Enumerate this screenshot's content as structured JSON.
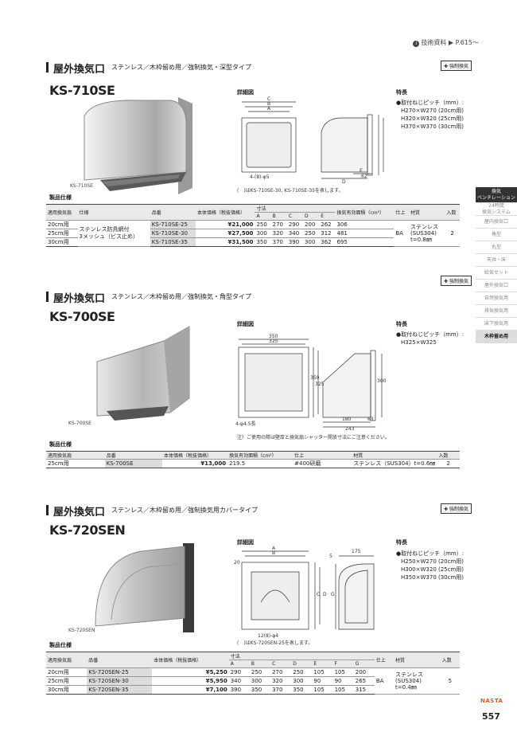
{
  "top_ref": {
    "icon": "info-icon",
    "text": "技術資料 ▶ P.615〜"
  },
  "sidebar": [
    {
      "label": "換気\nベンチレーション",
      "state": "active"
    },
    {
      "label": "24時間\n換気システム",
      "state": ""
    },
    {
      "label": "屋内換気口",
      "state": ""
    },
    {
      "label": "角型",
      "state": ""
    },
    {
      "label": "丸型",
      "state": ""
    },
    {
      "label": "天井・床",
      "state": ""
    },
    {
      "label": "給気セット",
      "state": ""
    },
    {
      "label": "屋外換気口",
      "state": ""
    },
    {
      "label": "自然換気用",
      "state": ""
    },
    {
      "label": "排気換気用",
      "state": ""
    },
    {
      "label": "床下換気用",
      "state": ""
    },
    {
      "label": "木枠留め用",
      "state": "current"
    }
  ],
  "sections": [
    {
      "title": "屋外換気口",
      "subtitle": "ステンレス／木枠留め用／強制換気・深型タイプ",
      "badge": "強制換気",
      "model": "KS-710SE",
      "photo_label": "KS-710SE",
      "drawing_label": "詳細図",
      "drawing_note": "(　)はKS-710SE-30, KS-710SE-35を表します。",
      "features_title": "特長",
      "features": [
        "●取付ねじピッチ（mm）:",
        "H270×W270 (20cm用)",
        "H320×W320 (25cm用)",
        "H370×W370 (30cm用)"
      ],
      "spec_title": "製品仕様",
      "headers": [
        "適用換気扇",
        "仕様",
        "品番",
        "本体価格（税抜価格）",
        "寸法",
        "換気有効面積（cm²）",
        "仕上",
        "材質",
        "入数"
      ],
      "dims": [
        "A",
        "B",
        "C",
        "D",
        "E"
      ],
      "rows": [
        {
          "fan": "20cm用",
          "part": "KS-710SE-25",
          "price": "¥21,000",
          "d": [
            "250",
            "270",
            "290",
            "200",
            "262"
          ],
          "area": "306"
        },
        {
          "fan": "25cm用",
          "part": "KS-710SE-30",
          "price": "¥27,500",
          "d": [
            "300",
            "320",
            "340",
            "250",
            "312"
          ],
          "area": "481"
        },
        {
          "fan": "30cm用",
          "part": "KS-710SE-35",
          "price": "¥31,500",
          "d": [
            "350",
            "370",
            "390",
            "300",
            "362"
          ],
          "area": "695"
        }
      ],
      "spec": "ステンレス防鳥網付\n3メッシュ（ビス止め）",
      "finish": "BA",
      "material": "ステンレス\n(SUS304)\nt=0.8㎜",
      "qty": "2"
    },
    {
      "title": "屋外換気口",
      "subtitle": "ステンレス／木枠留め用／強制換気・角型タイプ",
      "badge": "強制換気",
      "model": "KS-700SE",
      "photo_label": "KS-700SE",
      "drawing_label": "詳細図",
      "drawing_note": "注）ご使用の際は壁厚と換気扇シャッター開放寸法にご注意ください。",
      "features_title": "特長",
      "features": [
        "●取付ねじピッチ（mm）:",
        "H325×W325"
      ],
      "spec_title": "製品仕様",
      "headers": [
        "適用換気扇",
        "品番",
        "本体価格（税抜価格）",
        "換気有効面積（cm²）",
        "仕上",
        "材質",
        "入数"
      ],
      "row": {
        "fan": "25cm用",
        "part": "KS-700SE",
        "price": "¥13,000",
        "area": "219.5",
        "finish": "#400研磨",
        "material": "ステンレス（SUS304）t=0.6㎜",
        "qty": "2"
      },
      "dim_labels": {
        "w1": "350",
        "w2": "325",
        "h1": "350",
        "h2": "325",
        "d1": "300",
        "b1": "180",
        "b2": "63",
        "b3": "243",
        "hole": "4-φ4.5長"
      }
    },
    {
      "title": "屋外換気口",
      "subtitle": "ステンレス／木枠留め用／強制換気用カバータイプ",
      "badge": "強制換気",
      "model": "KS-720SEN",
      "photo_label": "KS-720SEN",
      "drawing_label": "詳細図",
      "drawing_note": "(　)はKS-720SEN-25を表します。",
      "features_title": "特長",
      "features": [
        "●取付ねじピッチ（mm）:",
        "H250×W270 (20cm用)",
        "H300×W320 (25cm用)",
        "H350×W370 (30cm用)"
      ],
      "spec_title": "製品仕様",
      "headers": [
        "適用換気扇",
        "品番",
        "本体価格（税抜価格）",
        "寸法",
        "仕上",
        "材質",
        "入数"
      ],
      "dims": [
        "A",
        "B",
        "C",
        "D",
        "E",
        "F",
        "G"
      ],
      "rows": [
        {
          "fan": "20cm用",
          "part": "KS-720SEN-25",
          "price": "¥5,250",
          "d": [
            "290",
            "250",
            "270",
            "250",
            "105",
            "105",
            "200"
          ]
        },
        {
          "fan": "25cm用",
          "part": "KS-720SEN-30",
          "price": "¥5,950",
          "d": [
            "340",
            "300",
            "320",
            "300",
            "90",
            "90",
            "265"
          ]
        },
        {
          "fan": "30cm用",
          "part": "KS-720SEN-35",
          "price": "¥7,100",
          "d": [
            "390",
            "350",
            "370",
            "350",
            "105",
            "105",
            "315"
          ]
        }
      ],
      "finish": "BA",
      "material": "ステンレス\n(SUS304)\nt=0.4㎜",
      "qty": "5"
    }
  ],
  "brand": "NASTA",
  "page_number": "557"
}
